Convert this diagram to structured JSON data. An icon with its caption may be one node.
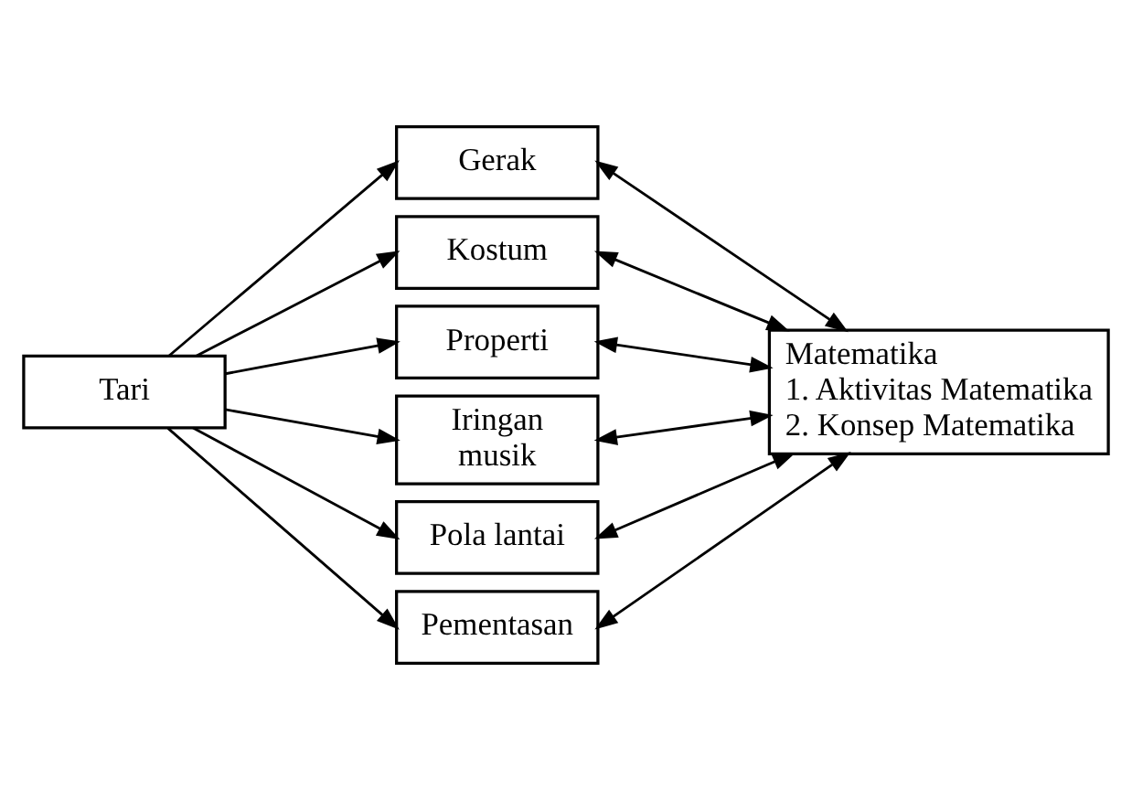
{
  "diagram": {
    "nodes": [
      {
        "text": [
          "Tari"
        ]
      },
      {
        "text": [
          "Gerak"
        ]
      },
      {
        "text": [
          "Kostum"
        ]
      },
      {
        "text": [
          "Properti"
        ]
      },
      {
        "text": [
          "Iringan musik"
        ]
      },
      {
        "text": [
          "Pola lantai"
        ]
      },
      {
        "text": [
          "Pementasan"
        ]
      },
      {
        "text": [
          "Matematika",
          "1. Aktivitas Matematika",
          "2. Konsep Matematika"
        ]
      }
    ],
    "edges": [
      {
        "from": 0,
        "to": 1,
        "arrow": "to"
      },
      {
        "from": 0,
        "to": 2,
        "arrow": "to"
      },
      {
        "from": 0,
        "to": 3,
        "arrow": "to"
      },
      {
        "from": 0,
        "to": 4,
        "arrow": "to"
      },
      {
        "from": 0,
        "to": 5,
        "arrow": "to"
      },
      {
        "from": 0,
        "to": 6,
        "arrow": "to"
      },
      {
        "from": 7,
        "to": 1,
        "arrow": "both"
      },
      {
        "from": 7,
        "to": 2,
        "arrow": "both"
      },
      {
        "from": 7,
        "to": 3,
        "arrow": "both"
      },
      {
        "from": 7,
        "to": 4,
        "arrow": "both"
      },
      {
        "from": 7,
        "to": 5,
        "arrow": "both"
      },
      {
        "from": 7,
        "to": 6,
        "arrow": "both"
      }
    ]
  }
}
